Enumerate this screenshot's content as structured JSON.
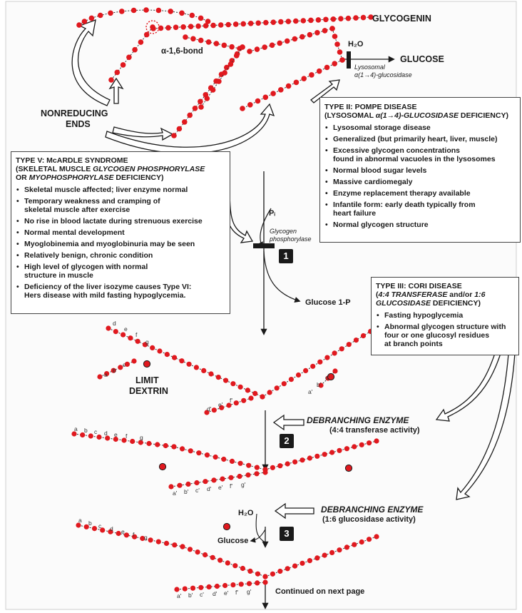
{
  "labels": {
    "glycogenin": "GLYCOGENIN",
    "alpha_bond": "α-1,6-bond",
    "water": "H₂O",
    "glucose_top": "GLUCOSE",
    "lysosomal_1": "Lysosomal",
    "lysosomal_2": "α(1→4)-glucosidase",
    "nonreducing_1": "NONREDUCING",
    "nonreducing_2": "ENDS",
    "pi": "Pᵢ",
    "gp_1": "Glycogen",
    "gp_2": "phosphorylase",
    "g1p": "Glucose 1-P",
    "limit_1": "LIMIT",
    "limit_2": "DEXTRIN",
    "deb1_title": "DEBRANCHING ENZYME",
    "deb1_sub": "(4:4 transferase activity)",
    "deb2_title": "DEBRANCHING ENZYME",
    "deb2_sub": "(1:6 glucosidase activity)",
    "water2": "H₂O",
    "glucose_free": "Glucose",
    "continued": "Continued on next page",
    "step1": "1",
    "step2": "2",
    "step3": "3"
  },
  "pompe": {
    "title_1": "TYPE II: POMPE DISEASE",
    "title_2a": "(LYSOSOMAL ",
    "title_2b": "α(1→4)-GLUCOSIDASE",
    "title_2c": " DEFICIENCY)",
    "items": [
      "Lysosomal storage disease",
      "Generalized (but primarily heart, liver, muscle)",
      "Excessive glycogen concentrations\nfound in abnormal vacuoles in the lysosomes",
      "Normal blood sugar levels",
      "Massive cardiomegaly",
      "Enzyme replacement therapy available",
      "Infantile form: early death typically from\nheart failure",
      "Normal glycogen structure"
    ]
  },
  "mcardle": {
    "title_1": "TYPE V: McARDLE SYNDROME",
    "title_2a": "(SKELETAL MUSCLE ",
    "title_2b": "GLYCOGEN PHOSPHORYLASE",
    "title_3a": "OR ",
    "title_3b": "MYOPHOSPHORYLASE",
    "title_3c": " DEFICIENCY)",
    "items": [
      "Skeletal muscle affected; liver enzyme normal",
      "Temporary weakness and cramping of\nskeletal muscle after exercise",
      "No rise in blood lactate during strenuous exercise",
      "Normal mental development",
      "Myoglobinemia and myoglobinuria may be seen",
      "Relatively benign, chronic condition",
      "High level of glycogen with normal\nstructure in muscle",
      "Deficiency of the liver isozyme causes Type VI:\nHers disease with mild fasting hypoglycemia."
    ]
  },
  "cori": {
    "title_1": "TYPE III: CORI DISEASE",
    "title_2a": "(",
    "title_2b": "4:4 TRANSFERASE",
    "title_2c": " and/or ",
    "title_2d": "1:6",
    "title_3a": "GLUCOSIDASE",
    "title_3b": " DEFICIENCY)",
    "items": [
      "Fasting hypoglycemia",
      "Abnormal glycogen structure with\nfour or one glucosyl residues\nat branch points"
    ]
  },
  "glyph_letters": {
    "set1": [
      "d",
      "e",
      "f",
      "g",
      "a",
      "b",
      "c",
      "a'",
      "b'",
      "c'",
      "d'",
      "e'",
      "f'"
    ],
    "set2": [
      "a",
      "b",
      "c",
      "d",
      "e",
      "f",
      "g",
      "a'",
      "b'",
      "c'",
      "d'",
      "e'",
      "f'",
      "g'"
    ],
    "set3": [
      "a",
      "b",
      "c",
      "d",
      "e",
      "f",
      "g",
      "a'",
      "b'",
      "c'",
      "d'",
      "e'",
      "f'",
      "g'"
    ]
  },
  "colors": {
    "bead": "#e0191f",
    "bead_dark": "#b3121a",
    "frame": "#d8d8d8",
    "ink": "#1a1a1a"
  }
}
